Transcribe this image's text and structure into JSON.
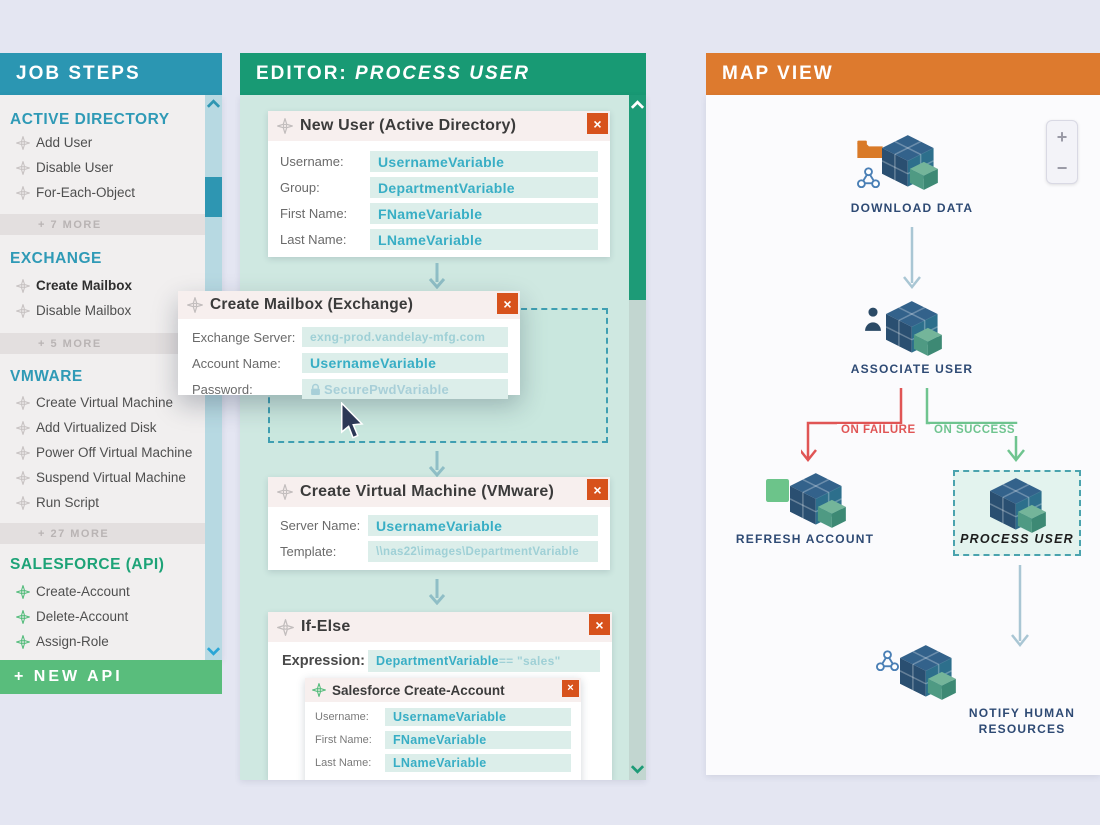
{
  "ui": {
    "close_glyph": "×"
  },
  "palette": {
    "teal_header": "#2b96b2",
    "green_header": "#189a74",
    "orange_header": "#dd7a2e",
    "accent_value": "#38aec5",
    "close_orange": "#d7521c",
    "failure_red": "#e05555",
    "success_green": "#6fc48f",
    "new_api_green": "#59bd7c"
  },
  "job_steps": {
    "title": "JOB STEPS",
    "sections": [
      {
        "name": "ACTIVE DIRECTORY",
        "items": [
          "Add User",
          "Disable User",
          "For-Each-Object"
        ],
        "more": "+ 7 MORE"
      },
      {
        "name": "EXCHANGE",
        "items": [
          "Create Mailbox",
          "Disable Mailbox"
        ],
        "more": "+ 5 MORE"
      },
      {
        "name": "VMWARE",
        "items": [
          "Create Virtual Machine",
          "Add Virtualized Disk",
          "Power Off Virtual Machine",
          "Suspend Virtual Machine",
          "Run Script"
        ],
        "more": "+ 27 MORE"
      },
      {
        "name": "SALESFORCE (API)",
        "items": [
          "Create-Account",
          "Delete-Account",
          "Assign-Role"
        ]
      }
    ],
    "new_api": "+ NEW API"
  },
  "editor": {
    "title_prefix": "EDITOR:",
    "title_name": "PROCESS USER",
    "new_user": {
      "title": "New User (Active Directory)",
      "fields": [
        {
          "label": "Username:",
          "value": "UsernameVariable"
        },
        {
          "label": "Group:",
          "value": "DepartmentVariable"
        },
        {
          "label": "First Name:",
          "value": "FNameVariable"
        },
        {
          "label": "Last Name:",
          "value": "LNameVariable"
        }
      ]
    },
    "create_mailbox": {
      "title": "Create Mailbox (Exchange)",
      "fields": [
        {
          "label": "Exchange Server:",
          "value": "exng-prod.vandelay-mfg.com"
        },
        {
          "label": "Account Name:",
          "value": "UsernameVariable"
        },
        {
          "label": "Password:",
          "value": "SecurePwdVariable"
        }
      ]
    },
    "create_vm": {
      "title": "Create Virtual Machine (VMware)",
      "fields": [
        {
          "label": "Server Name:",
          "value": "UsernameVariable"
        },
        {
          "label": "Template:",
          "value": "\\\\nas22\\images\\DepartmentVariable"
        }
      ]
    },
    "if_else": {
      "title": "If-Else",
      "expression_label": "Expression:",
      "expression_var": "DepartmentVariable",
      "expression_rest": " == \"sales\""
    },
    "salesforce_card": {
      "title": "Salesforce Create-Account",
      "fields": [
        {
          "label": "Username:",
          "value": "UsernameVariable"
        },
        {
          "label": "First Name:",
          "value": "FNameVariable"
        },
        {
          "label": "Last Name:",
          "value": "LNameVariable"
        }
      ]
    }
  },
  "map": {
    "title": "MAP VIEW",
    "zoom_in": "+",
    "zoom_out": "−",
    "nodes": {
      "download": "DOWNLOAD DATA",
      "associate": "ASSOCIATE USER",
      "refresh": "REFRESH ACCOUNT",
      "process": "PROCESS USER",
      "notify_line1": "NOTIFY HUMAN",
      "notify_line2": "RESOURCES"
    },
    "edge_failure": "ON FAILURE",
    "edge_success": "ON SUCCESS"
  }
}
